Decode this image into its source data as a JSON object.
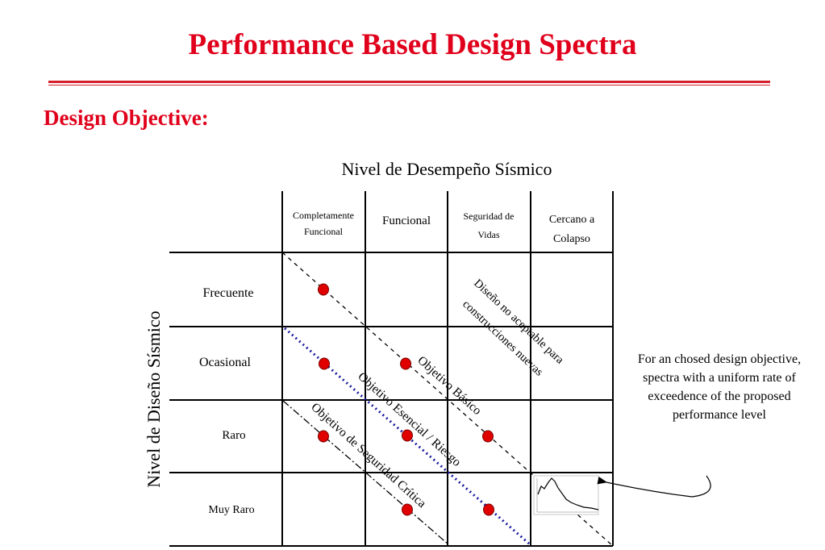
{
  "header": {
    "title": "Performance Based Design Spectra",
    "subtitle": "Design Objective:"
  },
  "diagram": {
    "column_axis_title": "Nivel de Desempeño Sísmico",
    "row_axis_title": "Nivel de Diseño Sísmico",
    "columns": [
      {
        "line1": "Completamente",
        "line2": "Funcional"
      },
      {
        "line1": "Funcional",
        "line2": ""
      },
      {
        "line1": "Seguridad de",
        "line2": "Vidas"
      },
      {
        "line1": "Cercano a",
        "line2": "Colapso"
      }
    ],
    "rows": [
      "Frecuente",
      "Ocasional",
      "Raro",
      "Muy Raro"
    ],
    "objectives": {
      "basico": "Objetivo Básico",
      "esencial": "Objetivo Esencial / Riesgo",
      "critica": "Objetivo de Seguridad Crítica"
    },
    "not_acceptable": {
      "line1": "Diseño no aceptable para",
      "line2": "construcciones nuevas"
    },
    "marker_color": "#e00000",
    "esencial_line_color": "#1a1aa0"
  },
  "note": "For an chosed design objective, spectra with a uniform rate of exceedence of the proposed performance level"
}
